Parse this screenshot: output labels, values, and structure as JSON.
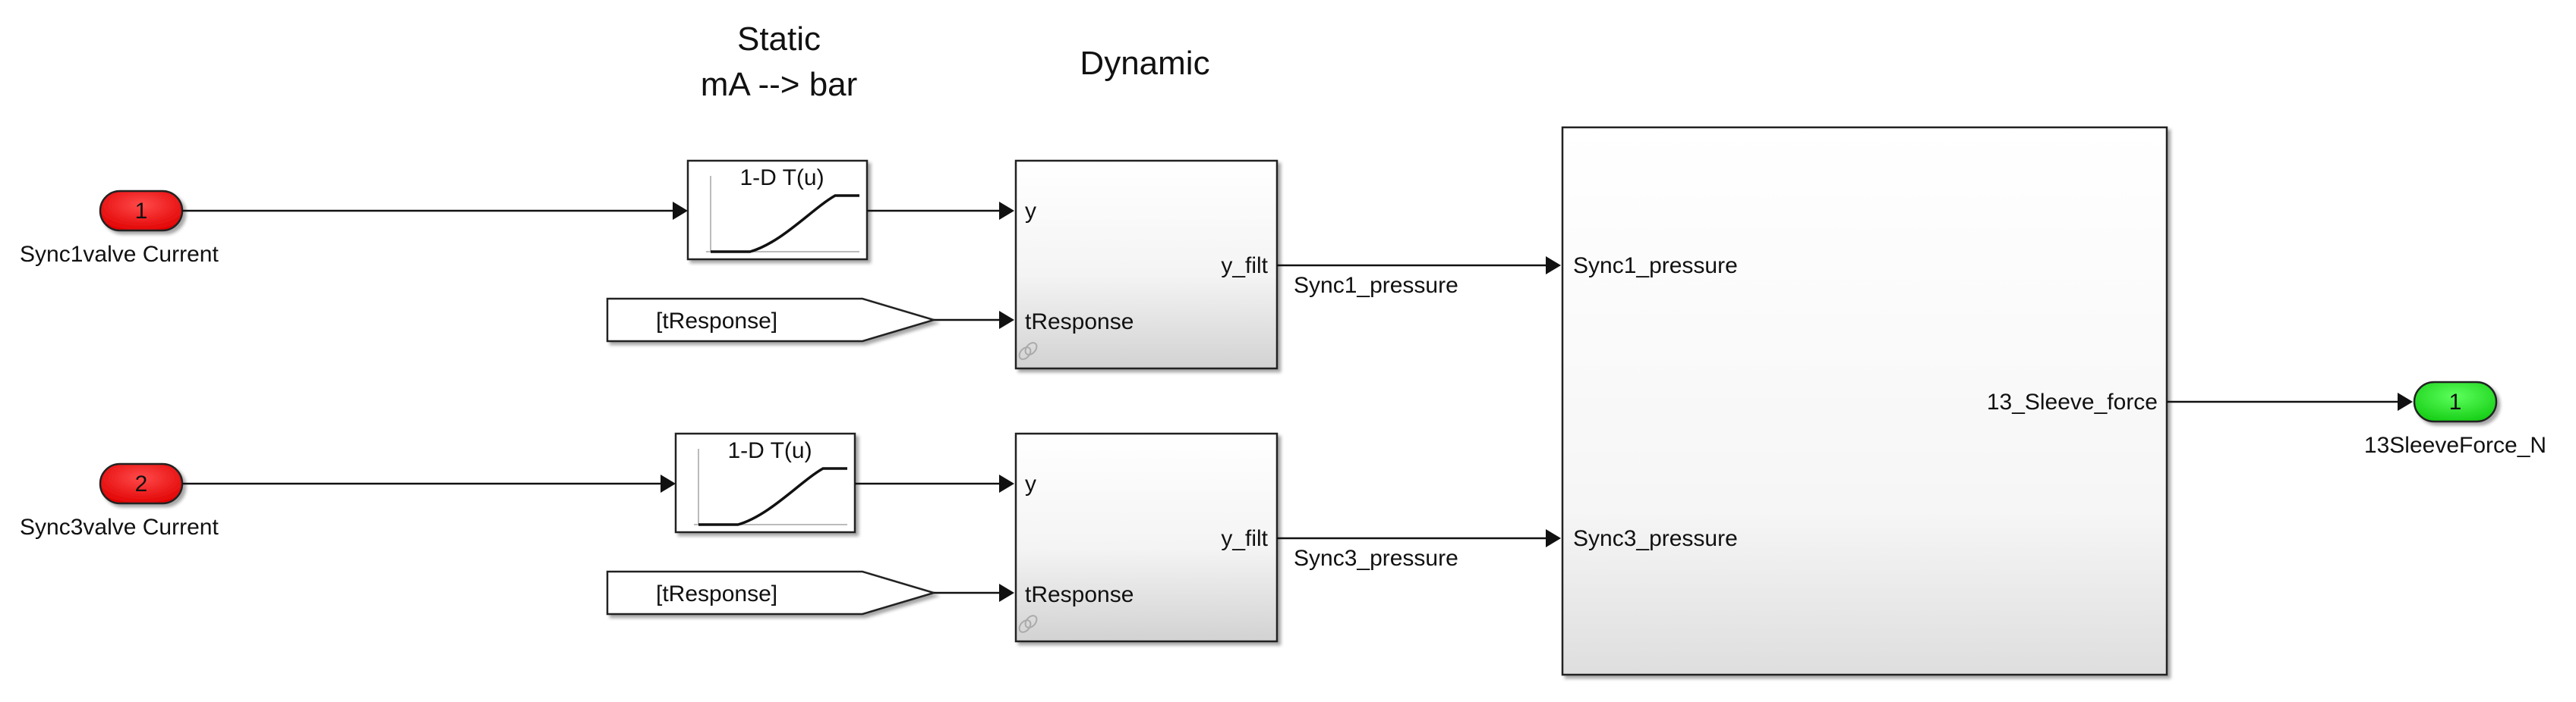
{
  "headers": {
    "static_line1": "Static",
    "static_line2": "mA --> bar",
    "dynamic": "Dynamic"
  },
  "inports": [
    {
      "number": "1",
      "label": "Sync1valve Current"
    },
    {
      "number": "2",
      "label": "Sync3valve Current"
    }
  ],
  "lookup_tables": [
    {
      "label": "1-D T(u)"
    },
    {
      "label": "1-D T(u)"
    }
  ],
  "from_tags": [
    {
      "label": "[tResponse]"
    },
    {
      "label": "[tResponse]"
    }
  ],
  "dynamic_blocks": [
    {
      "in_y": "y",
      "in_t": "tResponse",
      "out": "y_filt"
    },
    {
      "in_y": "y",
      "in_t": "tResponse",
      "out": "y_filt"
    }
  ],
  "signals": {
    "sync1": "Sync1_pressure",
    "sync3": "Sync3_pressure"
  },
  "subsystem": {
    "in1": "Sync1_pressure",
    "in2": "Sync3_pressure",
    "out": "13_Sleeve_force"
  },
  "outport": {
    "number": "1",
    "label": "13SleeveForce_N"
  },
  "colors": {
    "inport": "#ff0000",
    "outport": "#22dd22",
    "block_border": "#222222"
  }
}
